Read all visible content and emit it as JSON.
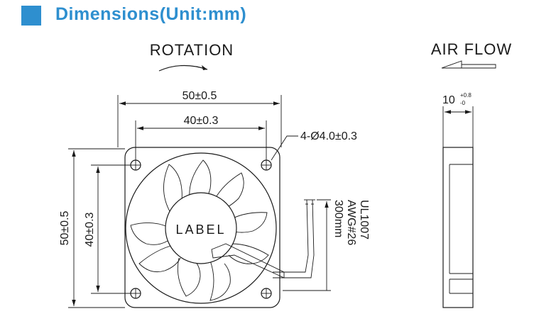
{
  "header": {
    "title": "Dimensions(Unit:mm)",
    "accent_color": "#2e8fcf"
  },
  "front_view": {
    "rotation_label": "ROTATION",
    "outer_width_label": "50±0.5",
    "hole_pitch_width_label": "40±0.3",
    "hole_callout": "4-Ø4.0±0.3",
    "outer_height_label": "50±0.5",
    "hole_pitch_height_label": "40±0.3",
    "hub_label": "LABEL",
    "wire_spec": [
      "UL1007",
      "AWG#26",
      "300mm"
    ]
  },
  "side_view": {
    "airflow_label": "AIR FLOW",
    "thickness_value": "10",
    "tolerance_plus": "+0.8",
    "tolerance_minus": "-0"
  }
}
